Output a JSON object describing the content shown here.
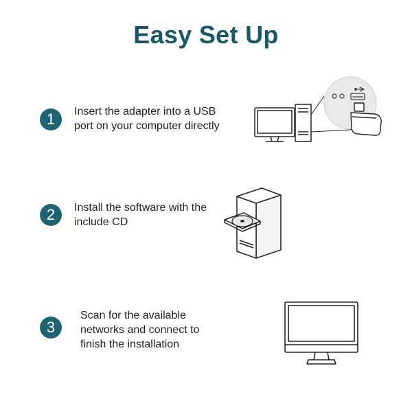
{
  "page": {
    "title": "Easy Set Up",
    "accent_color": "#1f6473",
    "title_color": "#1a5865"
  },
  "steps": [
    {
      "number": "1",
      "lines": [
        "Insert the adapter into a USB",
        "port on your computer directly"
      ],
      "illustration": "computer-usb-adapter-illustration"
    },
    {
      "number": "2",
      "lines": [
        "Install the software with the",
        "include CD"
      ],
      "illustration": "computer-cd-drive-illustration"
    },
    {
      "number": "3",
      "lines": [
        "Scan for the available",
        "networks and connect to",
        "finish the installation"
      ],
      "illustration": "monitor-illustration"
    }
  ]
}
